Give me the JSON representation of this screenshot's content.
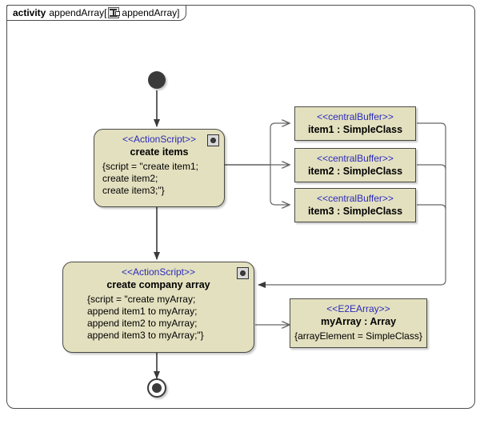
{
  "frame": {
    "keyword": "activity",
    "name": "appendArray",
    "bracket_open": "[",
    "icon": "activity-icon",
    "inner_name": "appendArray",
    "bracket_close": "]"
  },
  "nodes": {
    "initial": {
      "name": "initial-node"
    },
    "final": {
      "name": "activity-final-node"
    },
    "create_items": {
      "stereotype": "<<ActionScript>>",
      "name": "create items",
      "body": "{script = \"create item1;\ncreate item2;\ncreate item3;\"}",
      "badge": "script-badge-icon"
    },
    "create_company_array": {
      "stereotype": "<<ActionScript>>",
      "name": "create company array",
      "body": "{script = \"create myArray;\nappend item1 to myArray;\nappend item2 to myArray;\nappend item3 to myArray;\"}",
      "badge": "script-badge-icon"
    },
    "buffers": [
      {
        "stereotype": "<<centralBuffer>>",
        "name": "item1 : SimpleClass"
      },
      {
        "stereotype": "<<centralBuffer>>",
        "name": "item2 : SimpleClass"
      },
      {
        "stereotype": "<<centralBuffer>>",
        "name": "item3 : SimpleClass"
      }
    ],
    "my_array": {
      "stereotype": "<<E2EArray>>",
      "name": "myArray : Array",
      "body": "{arrayElement = SimpleClass}"
    }
  },
  "colors": {
    "node_fill": "#e3e0bf",
    "node_border": "#4a4a45",
    "stereotype_text": "#2b2bbb",
    "edge": "#3a3a3a",
    "frame_border": "#4d4d4d",
    "canvas": "#ffffff"
  }
}
